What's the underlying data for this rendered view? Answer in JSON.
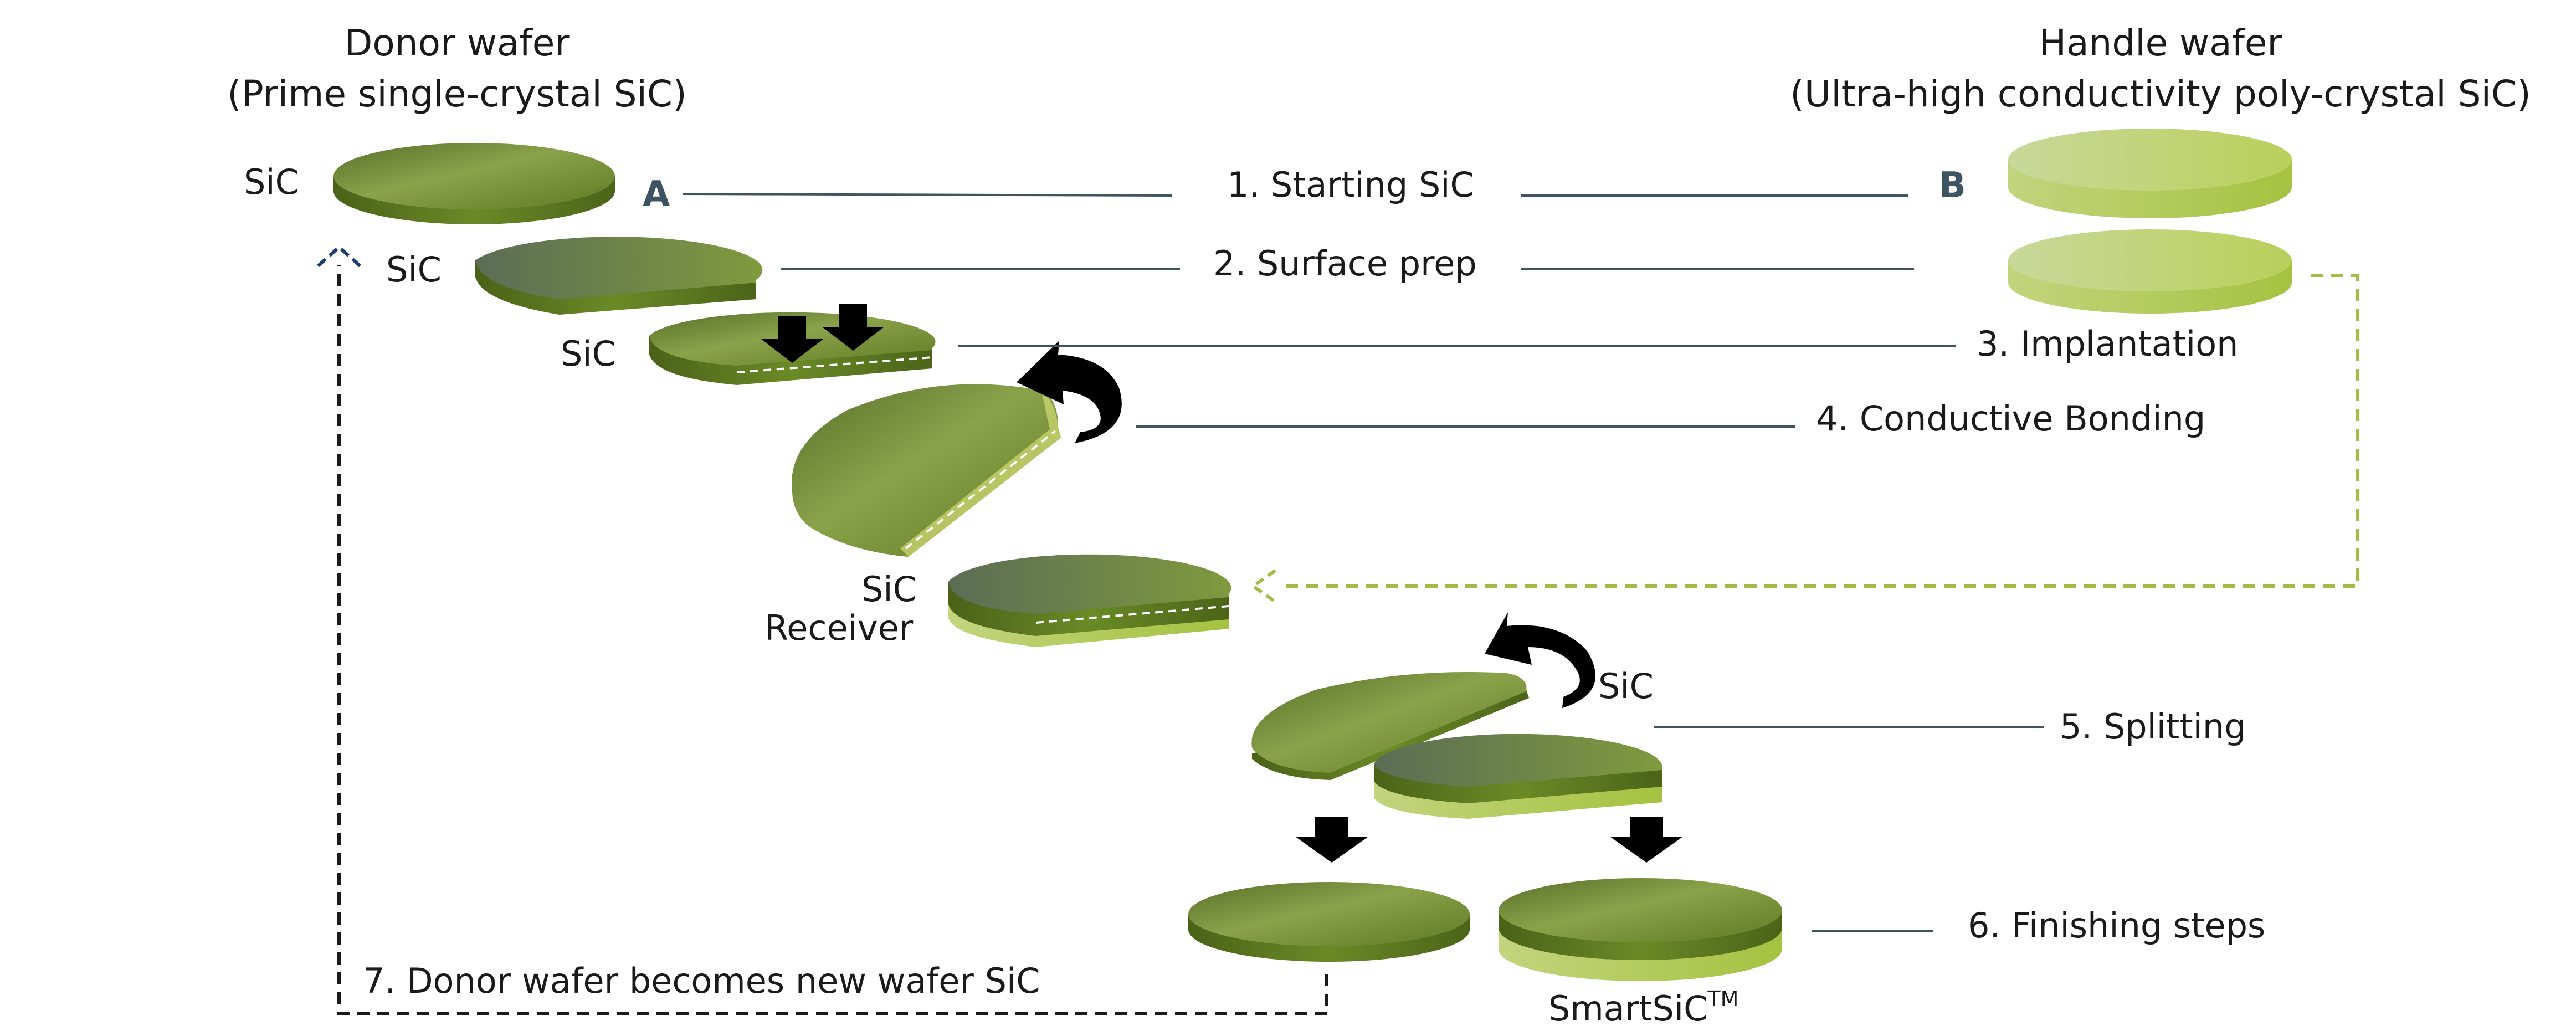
{
  "headings": {
    "donor_title": "Donor wafer",
    "donor_subtitle": "(Prime single-crystal SiC)",
    "handle_title": "Handle wafer",
    "handle_subtitle": "(Ultra-high conductivity poly-crystal SiC)"
  },
  "markers": {
    "a": "A",
    "b": "B"
  },
  "labels": {
    "sic_1": "SiC",
    "sic_2": "SiC",
    "sic_3": "SiC",
    "sic_receiver_top": "SiC",
    "receiver": "Receiver",
    "sic_split": "SiC",
    "smartsic": "SmartSiC",
    "smartsic_tm": "TM"
  },
  "steps": [
    "1. Starting SiC",
    "2. Surface prep",
    "3. Implantation",
    "4. Conductive Bonding",
    "5. Splitting",
    "6. Finishing steps",
    "7. Donor wafer becomes new wafer SiC"
  ],
  "colors": {
    "donor_top": "#7a9238",
    "donor_top_dark": "#5c7327",
    "donor_side": "#55701c",
    "handle_top": "#c4d77d",
    "handle_side": "#a9c451",
    "leader_line": "#3e5462",
    "process_arrow": "#000000",
    "loop_dash_black": "#1a1a1a",
    "loop_dash_green": "#a9b948"
  },
  "icons": [
    "down-arrow-icon",
    "curved-flip-arrow-icon",
    "chevron-up-icon",
    "chevron-left-icon"
  ]
}
